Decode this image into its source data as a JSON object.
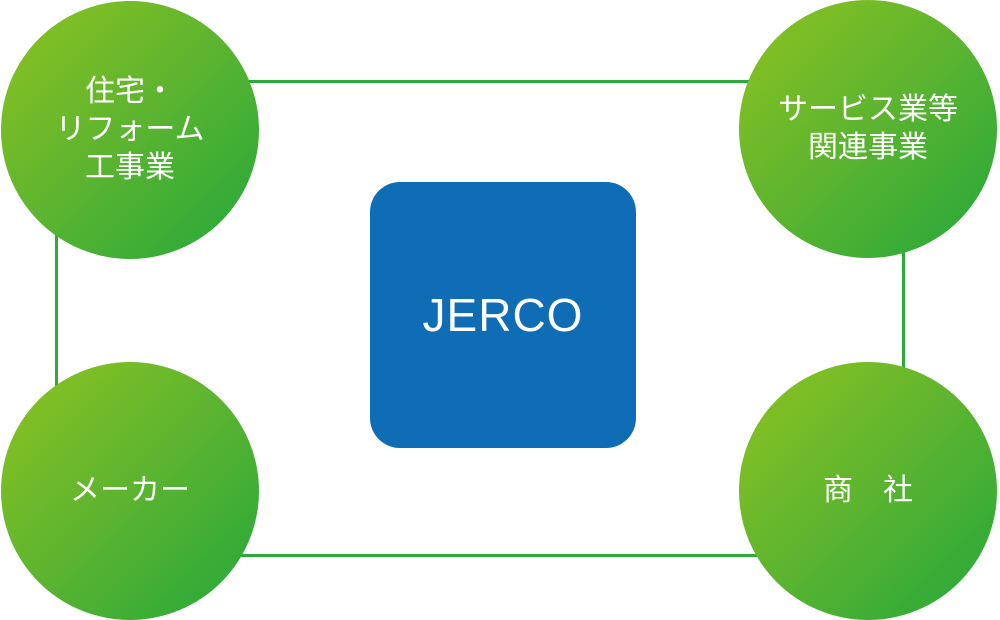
{
  "diagram": {
    "center": {
      "label": "JERCO",
      "color": "#0f6db6"
    },
    "nodes": [
      {
        "position": "top-left",
        "label": "住宅・\nリフォーム\n工事業"
      },
      {
        "position": "top-right",
        "label": "サービス業等\n関連事業"
      },
      {
        "position": "bottom-left",
        "label": "メーカー"
      },
      {
        "position": "bottom-right",
        "label": "商　社"
      }
    ],
    "colors": {
      "node_gradient_start": "#8ec31f",
      "node_gradient_end": "#22a83a",
      "connector_line": "#2eaa3c"
    }
  }
}
